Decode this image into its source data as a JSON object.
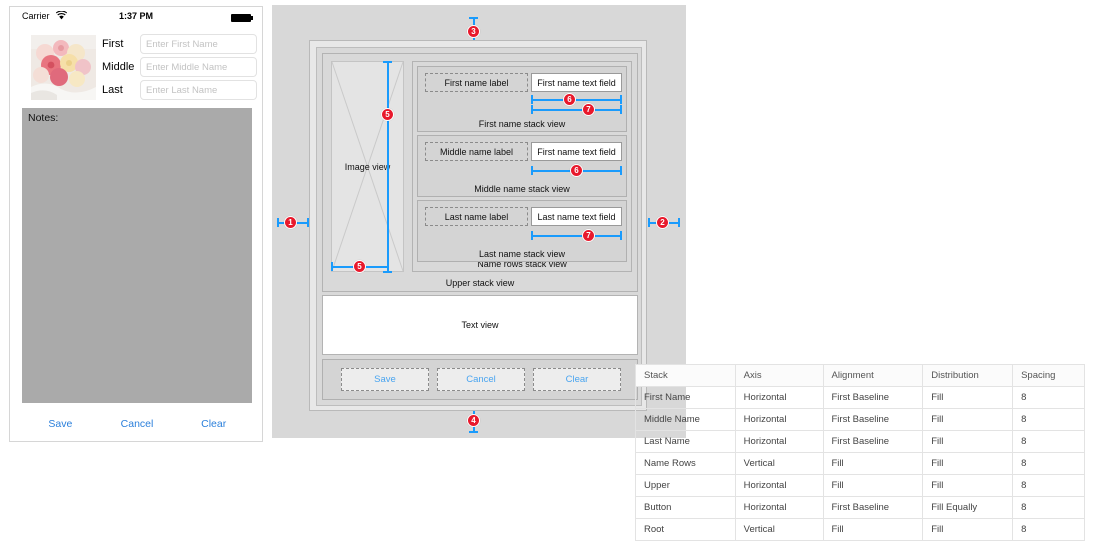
{
  "phone": {
    "statusbar": {
      "carrier": "Carrier",
      "wifi_icon": "wifi-icon",
      "time": "1:37 PM",
      "battery_icon": "battery-icon"
    },
    "thumbnail": {
      "name": "flower-bouquet-photo",
      "alt": "Bouquet of pink and cream roses"
    },
    "fields": [
      {
        "label": "First",
        "placeholder": "Enter First Name",
        "value": ""
      },
      {
        "label": "Middle",
        "placeholder": "Enter Middle Name",
        "value": ""
      },
      {
        "label": "Last",
        "placeholder": "Enter Last Name",
        "value": ""
      }
    ],
    "notes_label": "Notes:",
    "buttons": [
      "Save",
      "Cancel",
      "Clear"
    ],
    "accent_color": "#2a7fdb",
    "notes_bg_color": "#aaaaaa"
  },
  "diagram": {
    "markers": {
      "left": "1",
      "right": "2",
      "top": "3",
      "bottom": "4",
      "image_vertical": "5",
      "image_horizontal": "5",
      "first_name_upper": "6",
      "first_name_lower": "7",
      "middle_name": "6",
      "last_name": "7"
    },
    "badge_color": "#e8192c",
    "measure_color": "#1a9bfc",
    "image_view_label": "Image view",
    "upper_stack_label": "Upper stack view",
    "name_rows_label": "Name rows stack view",
    "text_view_label": "Text view",
    "rows": [
      {
        "label_box": "First name label",
        "field_box": "First name text field",
        "stack_label": "First name stack view"
      },
      {
        "label_box": "Middle name label",
        "field_box": "First name text field",
        "stack_label": "Middle name stack view"
      },
      {
        "label_box": "Last name label",
        "field_box": "Last name text field",
        "stack_label": "Last name stack view"
      }
    ],
    "buttons": [
      "Save",
      "Cancel",
      "Clear"
    ],
    "button_color": "#4aa5f0"
  },
  "table": {
    "headers": [
      "Stack",
      "Axis",
      "Alignment",
      "Distribution",
      "Spacing"
    ],
    "rows": [
      [
        "First Name",
        "Horizontal",
        "First Baseline",
        "Fill",
        "8"
      ],
      [
        "Middle Name",
        "Horizontal",
        "First Baseline",
        "Fill",
        "8"
      ],
      [
        "Last Name",
        "Horizontal",
        "First Baseline",
        "Fill",
        "8"
      ],
      [
        "Name Rows",
        "Vertical",
        "Fill",
        "Fill",
        "8"
      ],
      [
        "Upper",
        "Horizontal",
        "Fill",
        "Fill",
        "8"
      ],
      [
        "Button",
        "Horizontal",
        "First Baseline",
        "Fill Equally",
        "8"
      ],
      [
        "Root",
        "Vertical",
        "Fill",
        "Fill",
        "8"
      ]
    ]
  }
}
